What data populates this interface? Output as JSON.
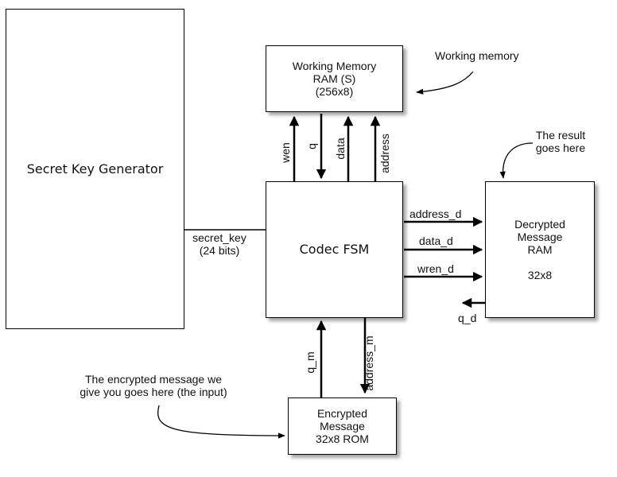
{
  "blocks": {
    "key_generator": {
      "label": "Secret Key Generator"
    },
    "working_memory": {
      "lines": [
        "Working Memory",
        "RAM (S)",
        "(256x8)"
      ]
    },
    "codec_fsm": {
      "label": "Codec FSM"
    },
    "decrypted_ram": {
      "lines": [
        "Decrypted",
        "Message",
        "RAM",
        "",
        "32x8"
      ]
    },
    "encrypted_rom": {
      "lines": [
        "Encrypted",
        "Message",
        "32x8 ROM"
      ]
    }
  },
  "signals": {
    "wen": "wen",
    "q": "q",
    "data": "data",
    "address": "address",
    "secret_key": [
      "secret_key",
      "(24 bits)"
    ],
    "address_d": "address_d",
    "data_d": "data_d",
    "wren_d": "wren_d",
    "q_d": "q_d",
    "q_m": "q_m",
    "address_m": "address_m"
  },
  "annotations": {
    "working_memory": "Working memory",
    "result": [
      "The result",
      "goes here"
    ],
    "input": [
      "The encrypted message we",
      "give you goes here (the input)"
    ]
  }
}
